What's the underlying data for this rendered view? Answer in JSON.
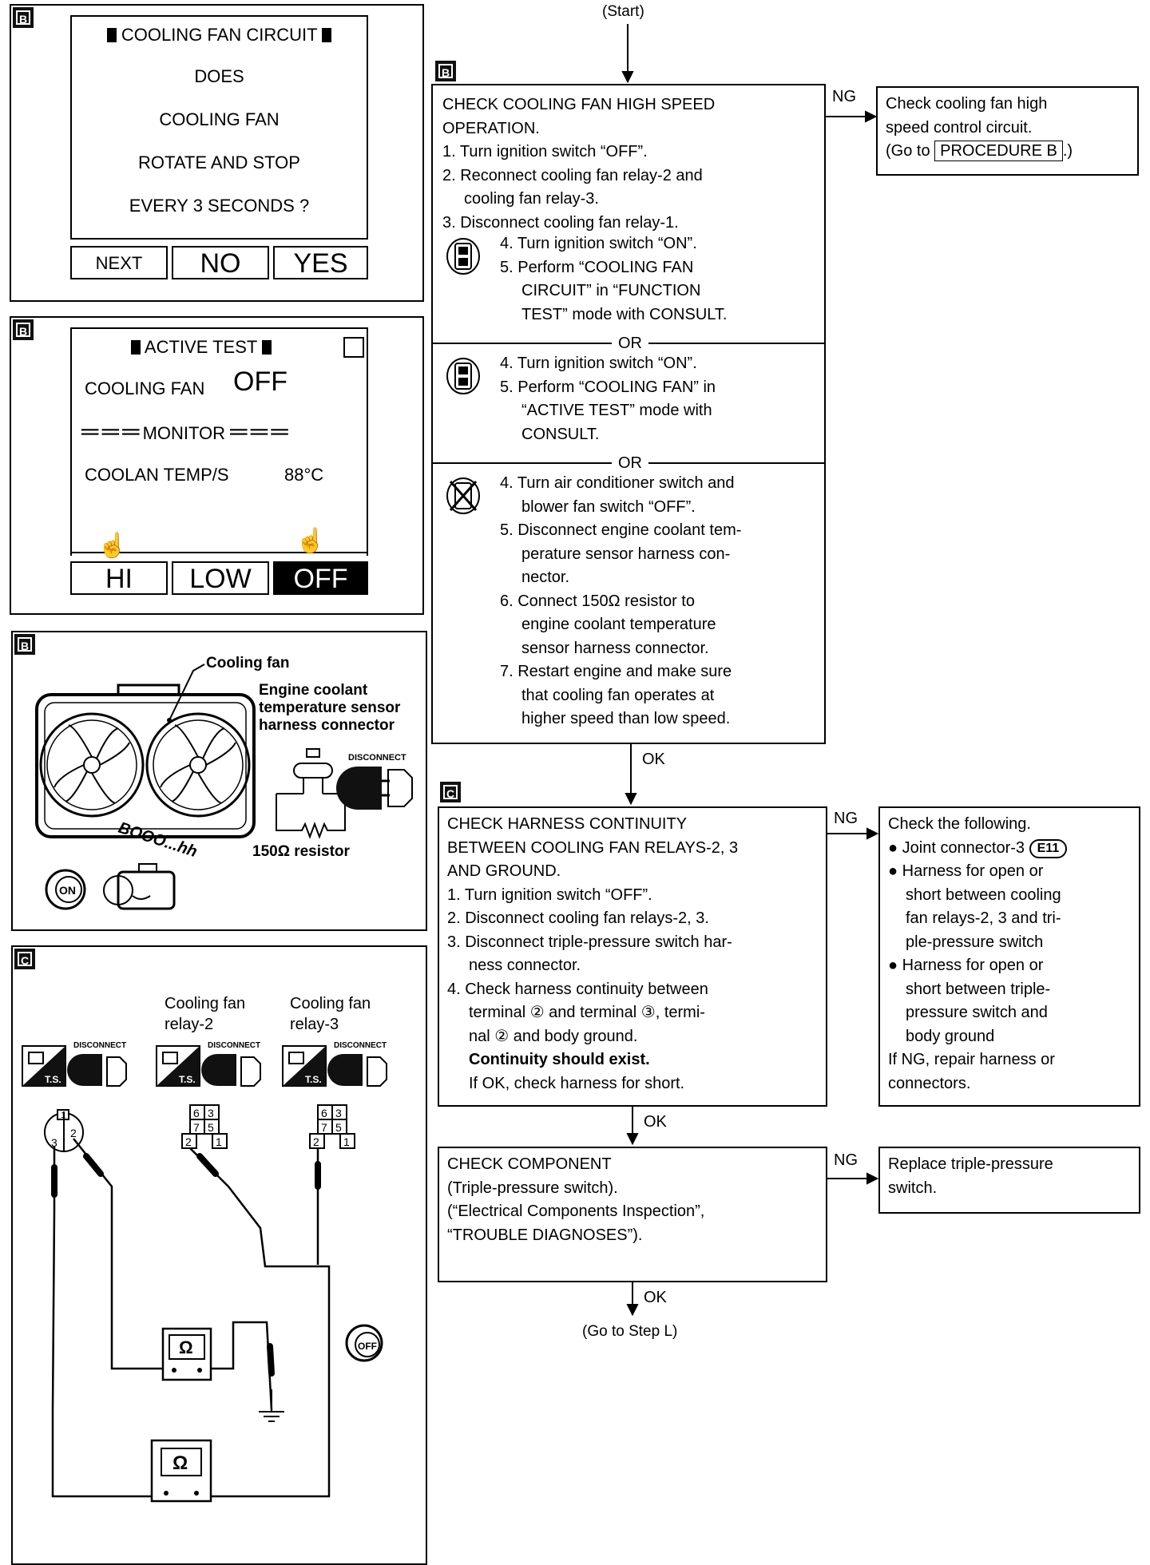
{
  "start": "(Start)",
  "end": "(Go to Step L)",
  "ng": "NG",
  "ok": "OK",
  "tags": {
    "b": "B",
    "c": "C"
  },
  "screen1": {
    "title": "COOLING FAN CIRCUIT",
    "line1": "DOES",
    "line2": "COOLING FAN",
    "line3": "ROTATE AND STOP",
    "line4": "EVERY 3 SECONDS ?",
    "buttons": [
      "NEXT",
      "NO",
      "YES"
    ]
  },
  "screen2": {
    "title": "ACTIVE TEST",
    "fan_label": "COOLING FAN",
    "fan_value": "OFF",
    "monitor": "MONITOR",
    "temp_label": "COOLAN TEMP/S",
    "temp_value": "88°C",
    "buttons": [
      "HI",
      "LOW",
      "OFF"
    ]
  },
  "fig_b": {
    "cooling_fan": "Cooling fan",
    "sensor_label": [
      "Engine coolant",
      "temperature sensor",
      "harness connector"
    ],
    "resistor": "150Ω resistor",
    "disconnect": "DISCONNECT",
    "on": "ON",
    "sound": "BOOO...hh"
  },
  "fig_c": {
    "relay2": [
      "Cooling fan",
      "relay-2"
    ],
    "relay3": [
      "Cooling fan",
      "relay-3"
    ],
    "disconnect": "DISCONNECT",
    "ts": "T.S.",
    "ohm": "Ω",
    "off": "OFF",
    "pins": [
      "6",
      "3",
      "7",
      "5",
      "2",
      "1"
    ],
    "switch_pins": [
      "1",
      "2",
      "3"
    ]
  },
  "step_b": {
    "lines": [
      "CHECK COOLING FAN HIGH SPEED",
      "OPERATION.",
      "1. Turn ignition switch “OFF”.",
      "2. Reconnect cooling fan relay-2 and",
      "cooling fan relay-3.",
      "3. Disconnect cooling fan relay-1."
    ],
    "opt1": [
      "4. Turn ignition switch “ON”.",
      "5. Perform “COOLING FAN",
      "CIRCUIT” in “FUNCTION",
      "TEST” mode with CONSULT."
    ],
    "or": "OR",
    "opt2": [
      "4. Turn ignition switch “ON”.",
      "5. Perform “COOLING FAN” in",
      "“ACTIVE TEST” mode with",
      "CONSULT."
    ],
    "opt3": [
      "4. Turn air conditioner switch and",
      "blower fan switch “OFF”.",
      "5. Disconnect engine coolant tem-",
      "perature sensor harness con-",
      "nector.",
      "6. Connect 150Ω resistor to",
      "engine coolant temperature",
      "sensor harness connector.",
      "7. Restart engine and make sure",
      "that cooling fan operates at",
      "higher speed than low speed."
    ]
  },
  "ng_b": {
    "lines": [
      "Check cooling fan high",
      "speed control circuit."
    ],
    "go_to": "(Go to",
    "procedure": "PROCEDURE B",
    "close": ".)"
  },
  "step_c": {
    "lines": [
      "CHECK HARNESS CONTINUITY",
      "BETWEEN COOLING FAN RELAYS-2, 3",
      "AND GROUND.",
      "1. Turn ignition switch “OFF”.",
      "2. Disconnect cooling fan relays-2, 3.",
      "3. Disconnect triple-pressure switch har-",
      "ness connector.",
      "4. Check harness continuity between",
      "terminal ② and terminal ③, termi-",
      "nal ② and body ground."
    ],
    "bold": "Continuity should exist.",
    "last": "If OK, check harness for short."
  },
  "ng_c": {
    "lines": [
      "Check the following.",
      "● Joint connector-3",
      "● Harness for open or",
      "short between cooling",
      "fan relays-2, 3 and tri-",
      "ple-pressure switch",
      "● Harness for open or",
      "short between triple-",
      "pressure switch and",
      "body ground",
      "If NG, repair harness or",
      "connectors."
    ],
    "connector": "E11"
  },
  "step_comp": {
    "lines": [
      "CHECK COMPONENT",
      "(Triple-pressure switch).",
      "(“Electrical Components Inspection”,",
      "“TROUBLE DIAGNOSES”)."
    ]
  },
  "ng_comp": {
    "lines": [
      "Replace triple-pressure",
      "switch."
    ]
  }
}
